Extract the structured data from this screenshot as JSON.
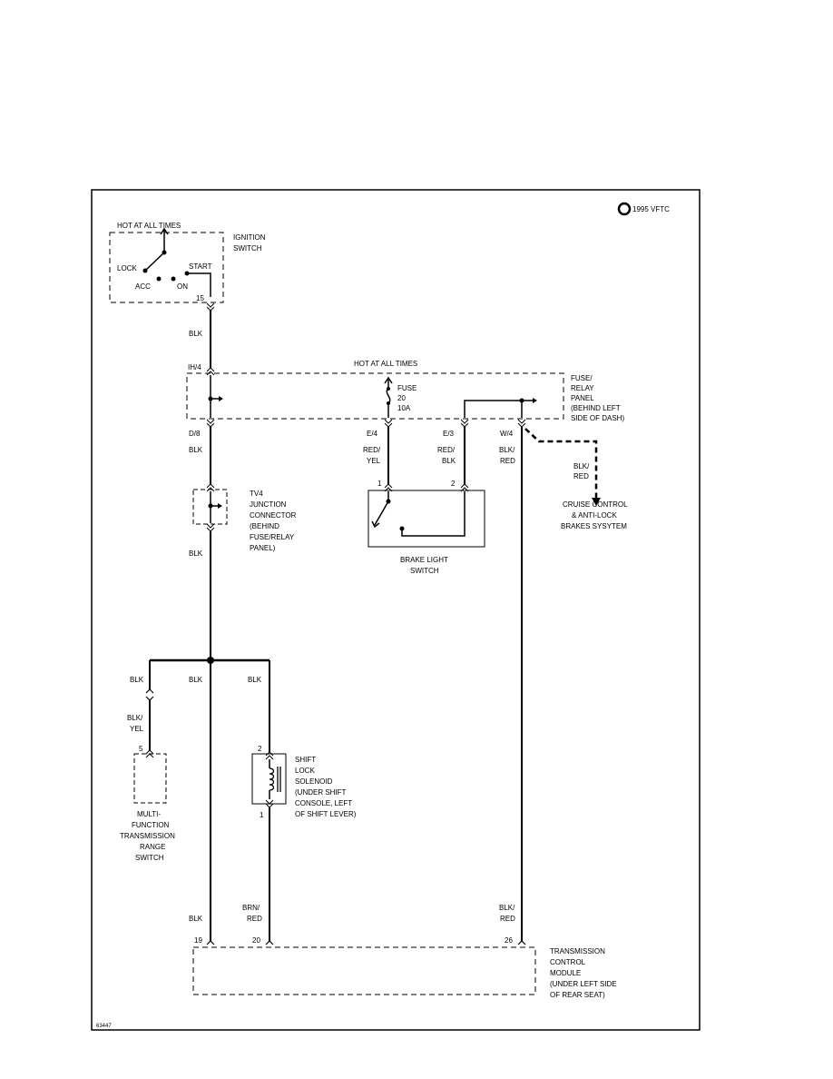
{
  "copyright": "1995 VFTC",
  "figure_id": "63447",
  "ignition": {
    "hot_label": "HOT AT ALL TIMES",
    "name_lines": [
      "IGNITION",
      "SWITCH"
    ],
    "lock": "LOCK",
    "acc": "ACC",
    "on": "ON",
    "start": "START",
    "pin": "15"
  },
  "fuse_panel": {
    "hot_label": "HOT AT ALL TIMES",
    "name_lines": [
      "FUSE/",
      "RELAY",
      "PANEL",
      "(BEHIND LEFT",
      "SIDE OF DASH)"
    ],
    "fuse_lines": [
      "FUSE",
      "20",
      "10A"
    ],
    "conn_in": "IH/4",
    "conn_d8": "D/8",
    "conn_e4": "E/4",
    "conn_e3": "E/3",
    "conn_w4": "W/4"
  },
  "wires": {
    "blk": "BLK",
    "red_yel": [
      "RED/",
      "YEL"
    ],
    "red_blk": [
      "RED/",
      "BLK"
    ],
    "blk_red": [
      "BLK/",
      "RED"
    ],
    "blk_yel": [
      "BLK/",
      "YEL"
    ],
    "brn_red": [
      "BRN/",
      "RED"
    ]
  },
  "cruise": {
    "wire": [
      "BLK/",
      "RED"
    ],
    "dest_lines": [
      "CRUISE CONTROL",
      "& ANTI-LOCK",
      "BRAKES SYSYTEM"
    ]
  },
  "junction": {
    "name_lines": [
      "TV4",
      "JUNCTION",
      "CONNECTOR",
      "(BEHIND",
      "FUSE/RELAY",
      "PANEL)"
    ]
  },
  "brake_switch": {
    "name_lines": [
      "BRAKE LIGHT",
      "SWITCH"
    ],
    "pin1": "1",
    "pin2": "2"
  },
  "multifunction": {
    "pin": "5",
    "name_lines": [
      "MULTI-",
      "FUNCTION",
      "TRANSMISSION",
      "RANGE",
      "SWITCH"
    ]
  },
  "solenoid": {
    "pin_top": "2",
    "pin_bottom": "1",
    "name_lines": [
      "SHIFT",
      "LOCK",
      "SOLENOID",
      "(UNDER SHIFT",
      "CONSOLE, LEFT",
      "OF SHIFT LEVER)"
    ]
  },
  "tcm": {
    "pin19": "19",
    "pin20": "20",
    "pin26": "26",
    "name_lines": [
      "TRANSMISSION",
      "CONTROL",
      "MODULE",
      "(UNDER LEFT SIDE",
      "OF REAR SEAT)"
    ]
  }
}
